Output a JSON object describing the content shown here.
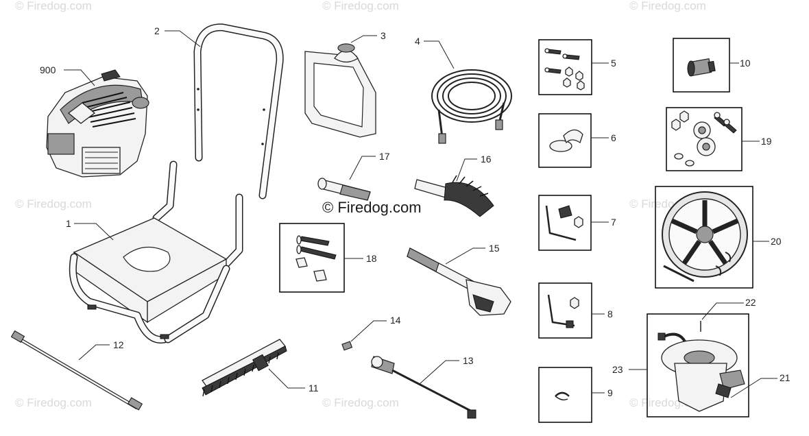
{
  "watermarks": [
    "© Firedog.com",
    "© Firedog.com",
    "© Firedog.com",
    "© Firedog.com",
    "© Firedog.com",
    "© Firedog.com",
    "© Firedog.com",
    "© Firedog.com"
  ],
  "center_watermark": "© Firedog.com",
  "parts": [
    {
      "id": "900",
      "label": "900"
    },
    {
      "id": "1",
      "label": "1"
    },
    {
      "id": "2",
      "label": "2"
    },
    {
      "id": "3",
      "label": "3"
    },
    {
      "id": "4",
      "label": "4"
    },
    {
      "id": "5",
      "label": "5"
    },
    {
      "id": "6",
      "label": "6"
    },
    {
      "id": "7",
      "label": "7"
    },
    {
      "id": "8",
      "label": "8"
    },
    {
      "id": "9",
      "label": "9"
    },
    {
      "id": "10",
      "label": "10"
    },
    {
      "id": "11",
      "label": "11"
    },
    {
      "id": "12",
      "label": "12"
    },
    {
      "id": "13",
      "label": "13"
    },
    {
      "id": "14",
      "label": "14"
    },
    {
      "id": "15",
      "label": "15"
    },
    {
      "id": "16",
      "label": "16"
    },
    {
      "id": "17",
      "label": "17"
    },
    {
      "id": "18",
      "label": "18"
    },
    {
      "id": "19",
      "label": "19"
    },
    {
      "id": "20",
      "label": "20"
    },
    {
      "id": "21",
      "label": "21"
    },
    {
      "id": "22",
      "label": "22"
    },
    {
      "id": "23",
      "label": "23"
    }
  ]
}
